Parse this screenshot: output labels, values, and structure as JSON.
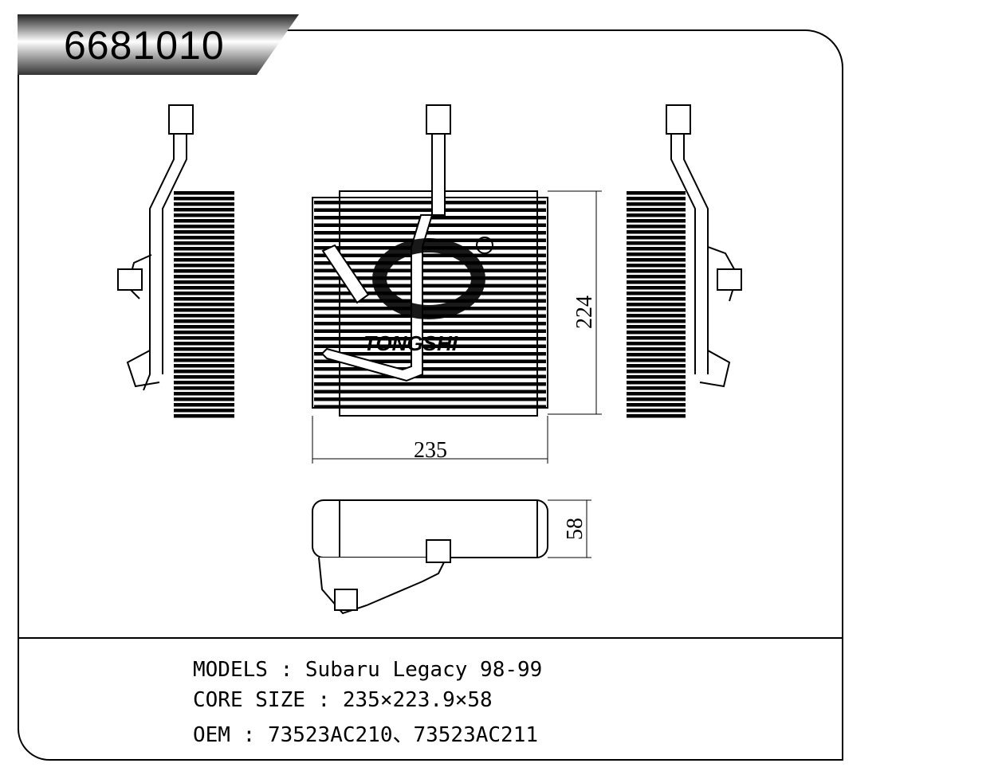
{
  "part_number": "6681010",
  "watermark": "TONGSHI",
  "dimensions": {
    "height": "224",
    "width": "235",
    "depth": "58"
  },
  "specs": {
    "models_label": "MODELS",
    "models_value": "Subaru Legacy 98-99",
    "core_size_label": "CORE SIZE",
    "core_size_value": "235×223.9×58",
    "oem_label": "OEM",
    "oem_value": "73523AC210、73523AC211",
    "separator": ":"
  }
}
